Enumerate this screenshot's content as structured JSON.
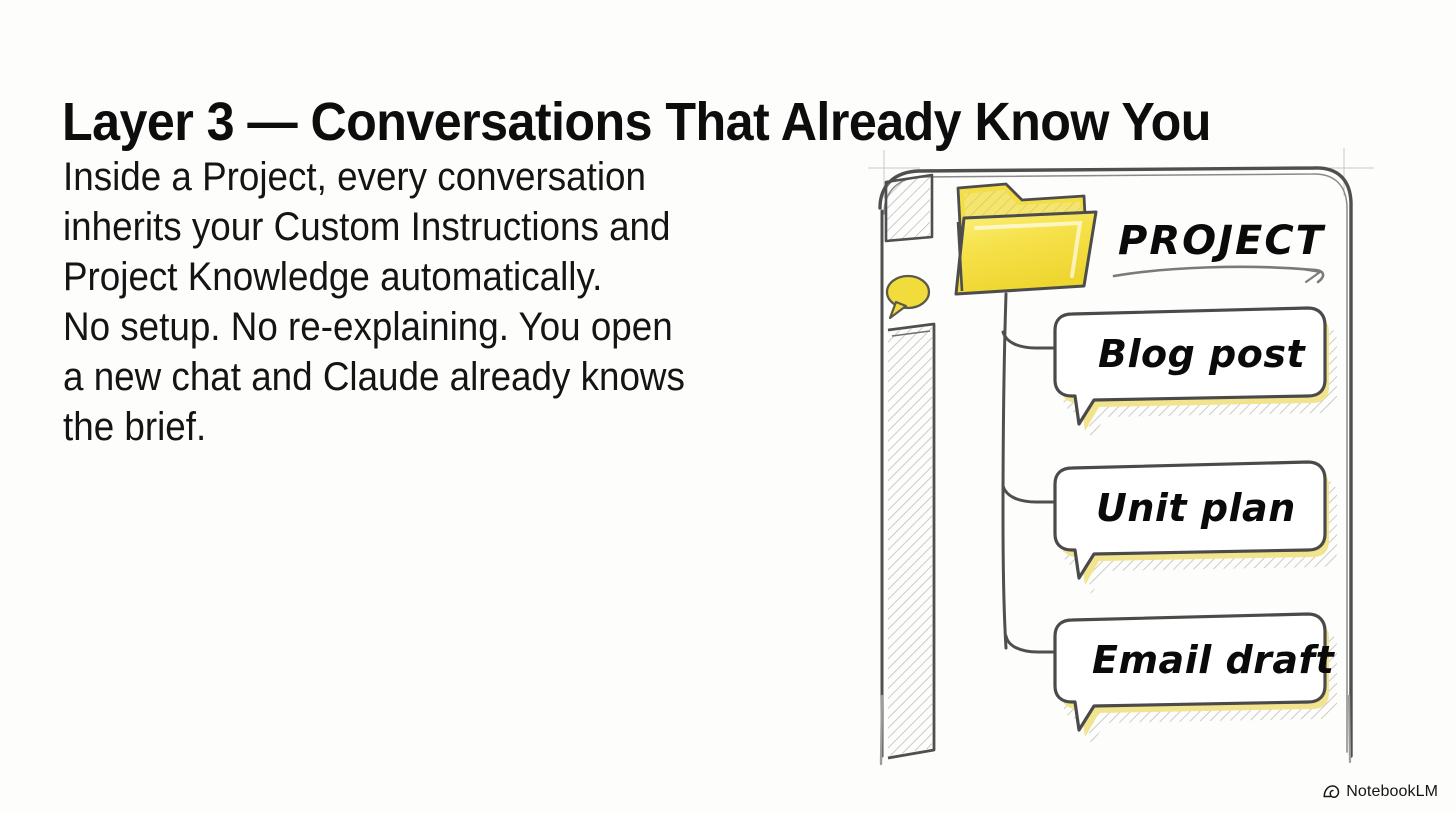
{
  "slide": {
    "title": "Layer 3 — Conversations That Already Know You",
    "body": {
      "line1": "Inside a Project, every conversation",
      "line2": "inherits your Custom Instructions and",
      "line3": "Project Knowledge automatically.",
      "line4": "No setup. No re-explaining. You open",
      "line5": "a new chat and Claude already knows",
      "line6": "the brief."
    },
    "background_color": "#fdfdfc",
    "title_color": "#0d0d0d",
    "body_color": "#141414"
  },
  "illustration": {
    "name": "hand-drawn-sketch-project-window",
    "style": "pencil-sketch",
    "accent_color": "#f2dc3c",
    "ink_color": "#4a4a4a",
    "folder_label": "PROJECT",
    "sidebar_icon": "chat-bubble-icon",
    "bubbles": [
      {
        "label": "Blog post"
      },
      {
        "label": "Unit plan"
      },
      {
        "label": "Email draft"
      }
    ]
  },
  "watermark": {
    "label": "NotebookLM",
    "icon": "notebooklm-spiral-icon"
  }
}
